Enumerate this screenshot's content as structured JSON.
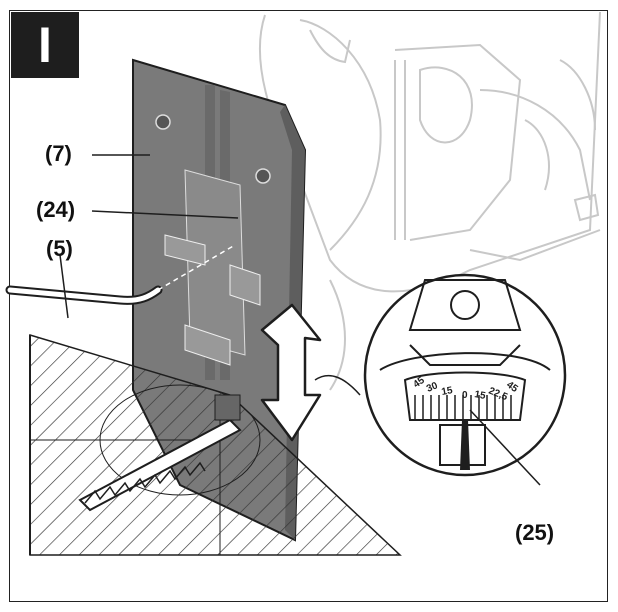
{
  "step": {
    "label": "I"
  },
  "callouts": {
    "c7": "(7)",
    "c24": "(24)",
    "c5": "(5)",
    "c25": "(25)"
  },
  "scale": {
    "left": [
      "45",
      "30",
      "15"
    ],
    "center": "0",
    "right": [
      "15",
      "22,5",
      "45"
    ]
  },
  "colors": {
    "ink": "#1e1e1e",
    "plate": "#7a7a7a",
    "plate_dark": "#5e5e5e",
    "ghost": "#c8c8c8"
  }
}
